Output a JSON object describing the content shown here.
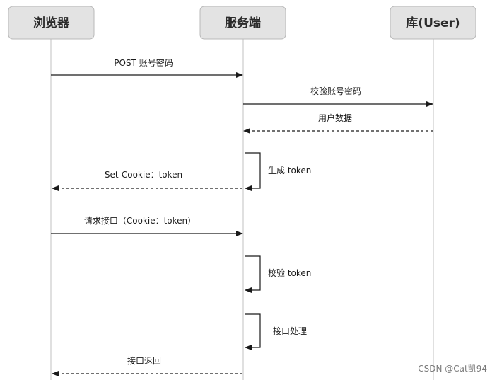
{
  "actors": [
    {
      "id": "browser",
      "label": "浏览器"
    },
    {
      "id": "server",
      "label": "服务端"
    },
    {
      "id": "db",
      "label": "库(User)"
    }
  ],
  "messages": [
    {
      "from": "browser",
      "to": "server",
      "label": "POST 账号密码",
      "style": "solid"
    },
    {
      "from": "server",
      "to": "db",
      "label": "校验账号密码",
      "style": "solid"
    },
    {
      "from": "db",
      "to": "server",
      "label": "用户数据",
      "style": "dashed"
    },
    {
      "from": "server",
      "to": "server",
      "label": "生成 token",
      "style": "self"
    },
    {
      "from": "server",
      "to": "browser",
      "label": "Set-Cookie：token",
      "style": "dashed"
    },
    {
      "from": "browser",
      "to": "server",
      "label": "请求接口（Cookie：token）",
      "style": "solid"
    },
    {
      "from": "server",
      "to": "server",
      "label": "校验 token",
      "style": "self"
    },
    {
      "from": "server",
      "to": "server",
      "label": "接口处理",
      "style": "self"
    },
    {
      "from": "server",
      "to": "browser",
      "label": "接口返回",
      "style": "dashed"
    }
  ],
  "watermark": "CSDN @Cat凯94"
}
